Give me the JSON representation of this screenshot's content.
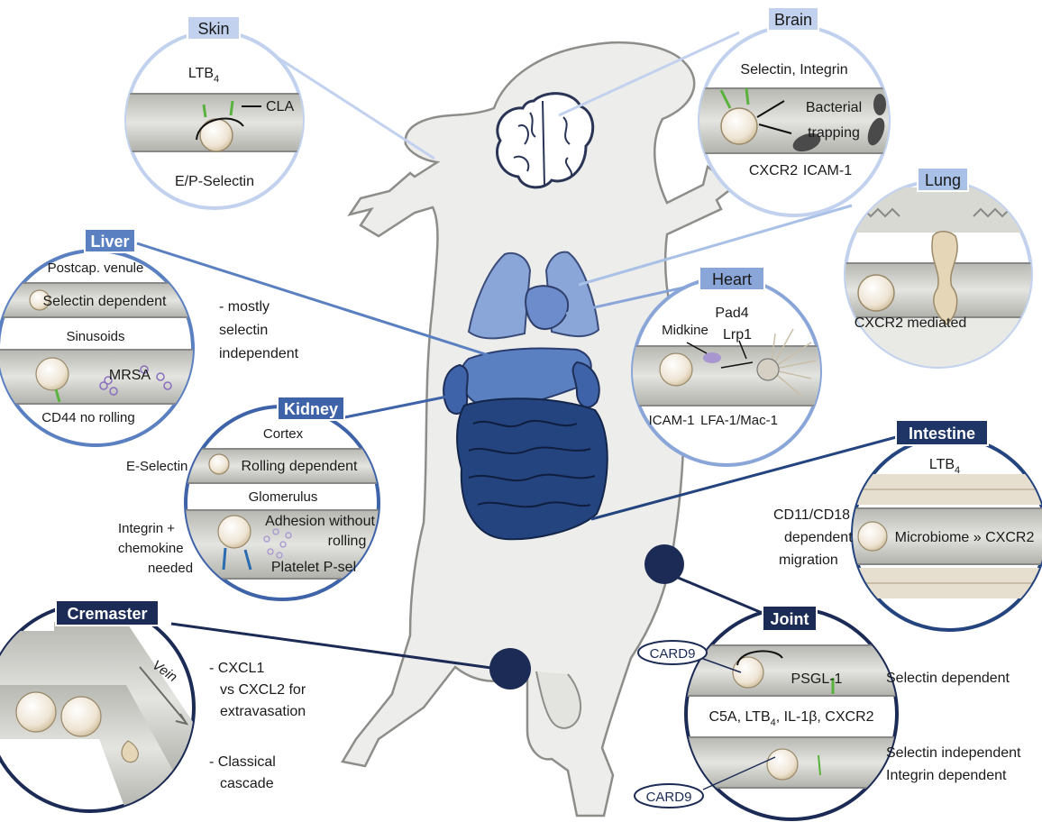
{
  "skin": {
    "title": "Skin",
    "ltb": "LTB",
    "ltb_sub": "4",
    "cla": "CLA",
    "selectin": "E/P-Selectin"
  },
  "brain": {
    "title": "Brain",
    "selectin_integrin": "Selectin, Integrin",
    "bacterial": "Bacterial",
    "trapping": "trapping",
    "cxcr2": "CXCR2",
    "icam": "ICAM-1"
  },
  "lung": {
    "title": "Lung",
    "cxcr2": "CXCR2 mediated"
  },
  "liver": {
    "title": "Liver",
    "postcap": "Postcap. venule",
    "selectin_dependent": "Selectin dependent",
    "sinusoids": "Sinusoids",
    "mrsa": "MRSA",
    "cd44": "CD44 no rolling",
    "note": [
      "- mostly",
      "selectin",
      "independent"
    ]
  },
  "heart": {
    "title": "Heart",
    "pad4": "Pad4",
    "midkine": "Midkine",
    "lrp1": "Lrp1",
    "icam": "ICAM-1",
    "lfa": "LFA-1/Mac-1"
  },
  "kidney": {
    "title": "Kidney",
    "cortex": "Cortex",
    "eselectin": "E-Selectin",
    "rolling": "Rolling dependent",
    "glomerulus": "Glomerulus",
    "adhesion": "Adhesion without",
    "rolling2": "rolling",
    "platelet": "Platelet P-sel",
    "note": [
      "Integrin +",
      "chemokine",
      "needed"
    ]
  },
  "intestine": {
    "title": "Intestine",
    "ltb": "LTB",
    "ltb_sub": "4",
    "microbiome": "Microbiome » CXCR2",
    "note": [
      "CD11/CD18",
      "dependent",
      "migration"
    ]
  },
  "cremaster": {
    "title": "Cremaster",
    "vein": "Vein",
    "note": [
      "- CXCL1",
      "vs CXCL2 for",
      "extravasation"
    ],
    "note2": [
      "- Classical",
      "cascade"
    ]
  },
  "joint": {
    "title": "Joint",
    "card9_top": "CARD9",
    "psgl": "PSGL-1",
    "mediators_a": "C5A, LTB",
    "mediators_sub": "4",
    "mediators_b": ", IL-1β, CXCR2",
    "card9_bottom": "CARD9",
    "selectin_dependent": "Selectin dependent",
    "selectin_independent": "Selectin independent",
    "integrin_dependent": "Integrin dependent"
  },
  "colors": {
    "mouse_fill": "#ededeb",
    "light_blue": "#a9c1e6",
    "mid_blue": "#5b80c1",
    "dark_blue": "#1f3566",
    "navy": "#1c2b55"
  }
}
